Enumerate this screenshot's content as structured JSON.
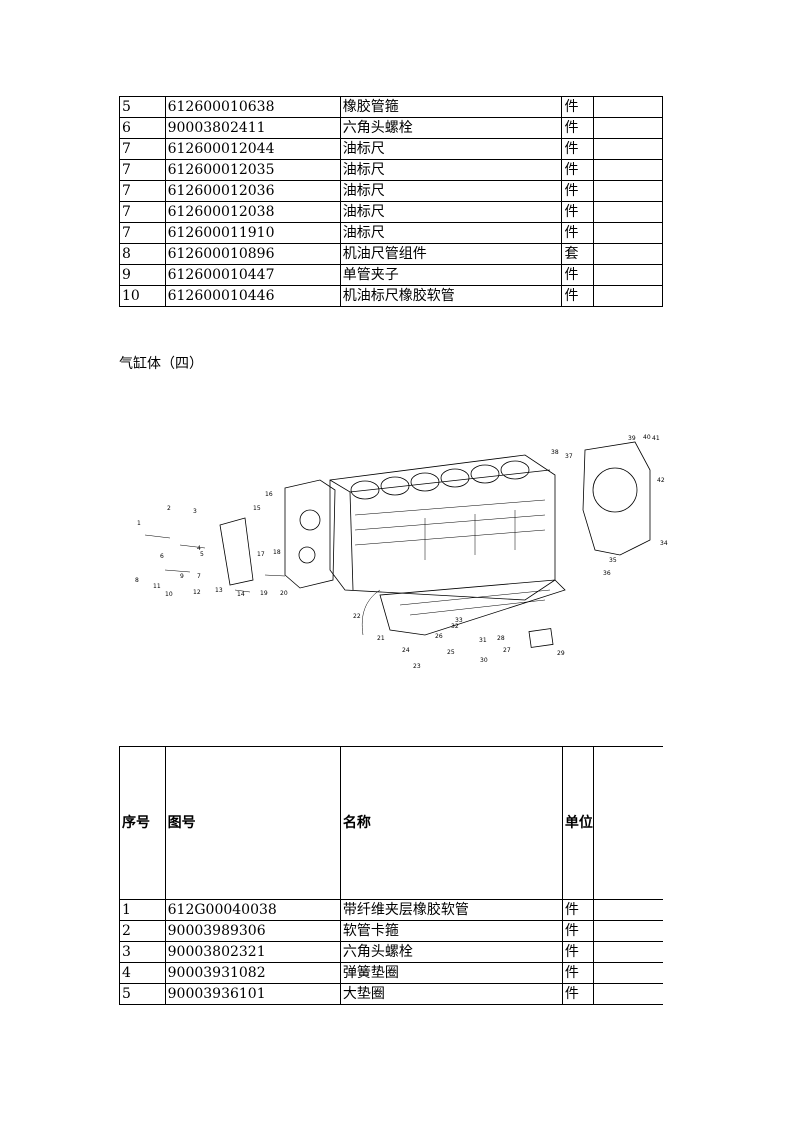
{
  "top_table": {
    "rows": [
      [
        "5",
        "612600010638",
        "橡胶管箍",
        "件",
        ""
      ],
      [
        "6",
        "90003802411",
        "六角头螺栓",
        "件",
        ""
      ],
      [
        "7",
        "612600012044",
        "油标尺",
        "件",
        ""
      ],
      [
        "7",
        "612600012035",
        "油标尺",
        "件",
        ""
      ],
      [
        "7",
        "612600012036",
        "油标尺",
        "件",
        ""
      ],
      [
        "7",
        "612600012038",
        "油标尺",
        "件",
        ""
      ],
      [
        "7",
        "612600011910",
        "油标尺",
        "件",
        ""
      ],
      [
        "8",
        "612600010896",
        "机油尺管组件",
        "套",
        ""
      ],
      [
        "9",
        "612600010447",
        "单管夹子",
        "件",
        ""
      ],
      [
        "10",
        "612600010446",
        "机油标尺橡胶软管",
        "件",
        ""
      ]
    ]
  },
  "section_title": "气缸体（四）",
  "diagram": {
    "callouts": [
      "1",
      "2",
      "3",
      "4",
      "5",
      "6",
      "7",
      "8",
      "9",
      "10",
      "11",
      "12",
      "13",
      "14",
      "15",
      "16",
      "17",
      "18",
      "19",
      "20",
      "21",
      "22",
      "23",
      "24",
      "25",
      "26",
      "27",
      "28",
      "29",
      "30",
      "31",
      "32",
      "33",
      "34",
      "35",
      "36",
      "37",
      "38",
      "39",
      "40",
      "41",
      "42"
    ]
  },
  "bottom_table": {
    "headers": [
      "序号",
      "图号",
      "名称",
      "单位",
      ""
    ],
    "rows": [
      [
        "1",
        "612G00040038",
        "带纤维夹层橡胶软管",
        "件",
        ""
      ],
      [
        "2",
        "90003989306",
        "软管卡箍",
        "件",
        ""
      ],
      [
        "3",
        "90003802321",
        "六角头螺栓",
        "件",
        ""
      ],
      [
        "4",
        "90003931082",
        "弹簧垫圈",
        "件",
        ""
      ],
      [
        "5",
        "90003936101",
        "大垫圈",
        "件",
        ""
      ]
    ]
  }
}
